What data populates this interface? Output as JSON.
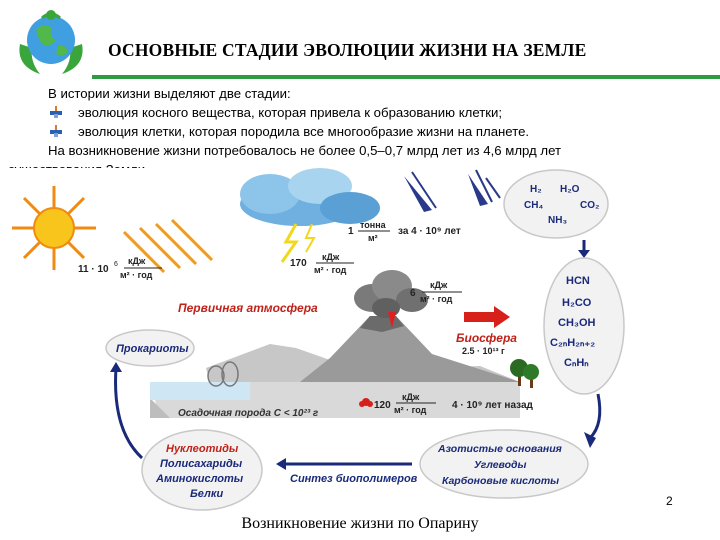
{
  "header": {
    "title": "ОСНОВНЫЕ СТАДИИ ЭВОЛЮЦИИ ЖИЗНИ НА ЗЕМЛЕ",
    "logo_icon": "globe-hands-logo",
    "accent_color": "#2e9a44"
  },
  "body": {
    "intro": "В истории жизни выделяют две стадии:",
    "bullets": [
      "эволюция косного вещества, которая привела к образованию клетки;",
      "эволюция клетки, которая породила все многообразие жизни на планете."
    ],
    "para_line1": "На возникновение жизни потребовалось не более 0,5–0,7 млрд лет из 4,6 млрд лет",
    "para_line2": "существования Земли."
  },
  "diagram": {
    "sun_energy_a": "11 · 10",
    "sun_energy_exp": "6",
    "unit_num": "кДж",
    "unit_den": "м² · год",
    "cloud_energy": "170",
    "tonna_a": "1",
    "tonna_num": "тонна",
    "tonna_den": "м²",
    "za_label": "за 4 · 10⁹ лет",
    "volcano_energy": "6",
    "primary_atmosphere": "Первичная атмосфера",
    "biosphere": "Биосфера",
    "biosphere_value": "2.5 · 10¹³ г",
    "sediment": "Осадочная порода С < 10²³ г",
    "energy_120": "120",
    "years_ago": "4 · 10⁹ лет назад",
    "gases": [
      "H₂",
      "H₂O",
      "CH₄",
      "CO₂",
      "NH₃"
    ],
    "organics": [
      "HCN",
      "H₂CO",
      "CH₃OH",
      "C₂ₙH₂ₙ₊₂",
      "CₙHₙ"
    ],
    "prokaryotes": "Прокариоты",
    "bases": [
      "Азотистые основания",
      "Углеводы",
      "Карбоновые кислоты"
    ],
    "synthesis": "Синтез биополимеров",
    "polymers": [
      "Нуклеотиды",
      "Полисахариды",
      "Аминокислоты",
      "Белки"
    ]
  },
  "footer": {
    "page_number": "2",
    "caption": "Возникновение жизни по Опарину"
  }
}
